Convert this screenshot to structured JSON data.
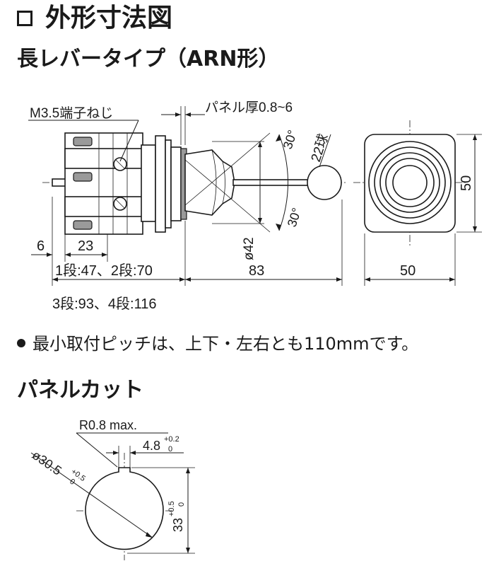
{
  "heading": {
    "text": "外形寸法図"
  },
  "subheading": {
    "text": "長レバータイプ（ARN形）"
  },
  "drawing": {
    "terminal_screw": "M3.5端子ねじ",
    "panel_thickness": "パネル厚0.8~6",
    "angle_upper": "30°",
    "angle_lower": "30°",
    "ball": "22球",
    "diameter": "ø42",
    "dim_6": "6",
    "dim_23": "23",
    "stages_1_2": "1段:47、2段:70",
    "stages_3_4": "3段:93、4段:116",
    "dim_83": "83",
    "dim_50_width": "50",
    "dim_50_height": "50"
  },
  "note": {
    "text": "最小取付ピッチは、上下・左右とも110mmです。"
  },
  "panel_cut": {
    "title": "パネルカット",
    "radius": "R0.8 max.",
    "notch": "4.8",
    "notch_tol_plus": "+0.2",
    "notch_tol_minus": "0",
    "diameter": "ø30.5",
    "diameter_tol_plus": "+0.5",
    "diameter_tol_minus": "0",
    "height": "33",
    "height_tol_plus": "+0.5",
    "height_tol_minus": "0"
  }
}
